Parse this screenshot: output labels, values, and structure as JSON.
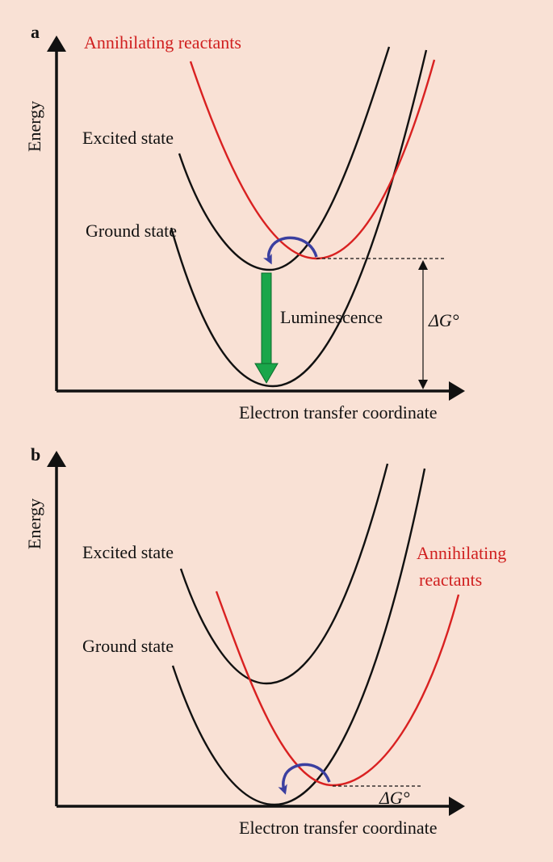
{
  "panels": [
    {
      "letter": "a",
      "y_axis_label": "Energy",
      "x_axis_label": "Electron transfer coordinate",
      "excited_state_label": "Excited state",
      "ground_state_label": "Ground state",
      "annihilating_label_line1": "Annihilating reactants",
      "annihilating_label_line2": "",
      "luminescence_label": "Luminescence",
      "delta_g_label": "ΔG°"
    },
    {
      "letter": "b",
      "y_axis_label": "Energy",
      "x_axis_label": "Electron transfer coordinate",
      "excited_state_label": "Excited state",
      "ground_state_label": "Ground state",
      "annihilating_label_line1": "Annihilating",
      "annihilating_label_line2": "reactants",
      "delta_g_label": "ΔG°"
    }
  ],
  "colors": {
    "background": "#f9e1d5",
    "curve": "#111111",
    "reactants": "#d92121",
    "luminescence_arrow": "#1aa64a",
    "crossing_arrow": "#3b3fa0"
  }
}
